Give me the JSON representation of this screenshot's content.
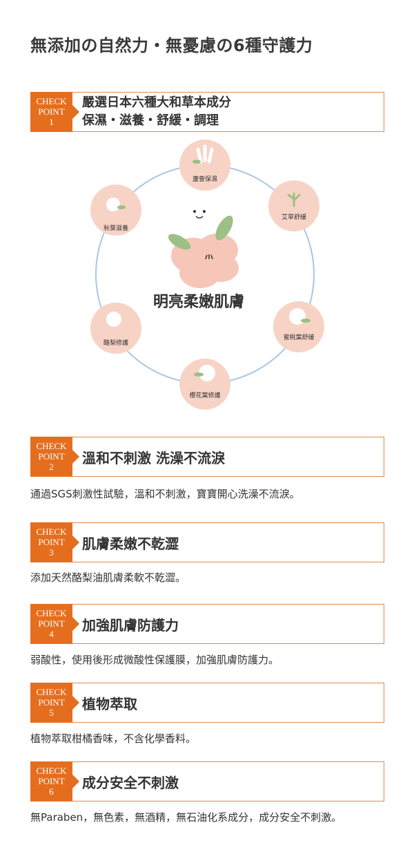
{
  "page_title": "無添加の自然力・無憂慮の6種守護力",
  "badge": {
    "line1": "CHECK",
    "line2": "POINT"
  },
  "checkpoint1": {
    "number": "1",
    "title_line1": "嚴選日本六種大和草本成分",
    "title_line2": "保濕・滋養・舒緩・調理"
  },
  "diagram": {
    "center_label": "明亮柔嫩肌膚",
    "nodes": [
      {
        "label": "蘆薈保濕"
      },
      {
        "label": "艾草舒緩"
      },
      {
        "label": "蜜桃葉舒緩"
      },
      {
        "label": "櫻花葉修護"
      },
      {
        "label": "酪梨修護"
      },
      {
        "label": "秋葵滋養"
      }
    ],
    "colors": {
      "node_fill": "#f7d3c6",
      "ring": "#a9c6e6",
      "leaf": "#9cc086",
      "flower": "#f6c7b8"
    }
  },
  "checkpoints": [
    {
      "number": "2",
      "title": "溫和不刺激 洗澡不流淚",
      "desc": "通過SGS刺激性試驗，溫和不刺激，寶寶開心洗澡不流淚。"
    },
    {
      "number": "3",
      "title": "肌膚柔嫩不乾澀",
      "desc": "添加天然酪梨油肌膚柔軟不乾澀。"
    },
    {
      "number": "4",
      "title": "加強肌膚防護力",
      "desc": "弱酸性，使用後形成微酸性保護膜，加強肌膚防護力。"
    },
    {
      "number": "5",
      "title": "植物萃取",
      "desc": "植物萃取柑橘香味，不含化學香料。"
    },
    {
      "number": "6",
      "title": "成分安全不刺激",
      "desc": "無Paraben，無色素，無酒精，無石油化系成分，成分安全不刺激。"
    }
  ],
  "accent_color": "#e56e1e"
}
